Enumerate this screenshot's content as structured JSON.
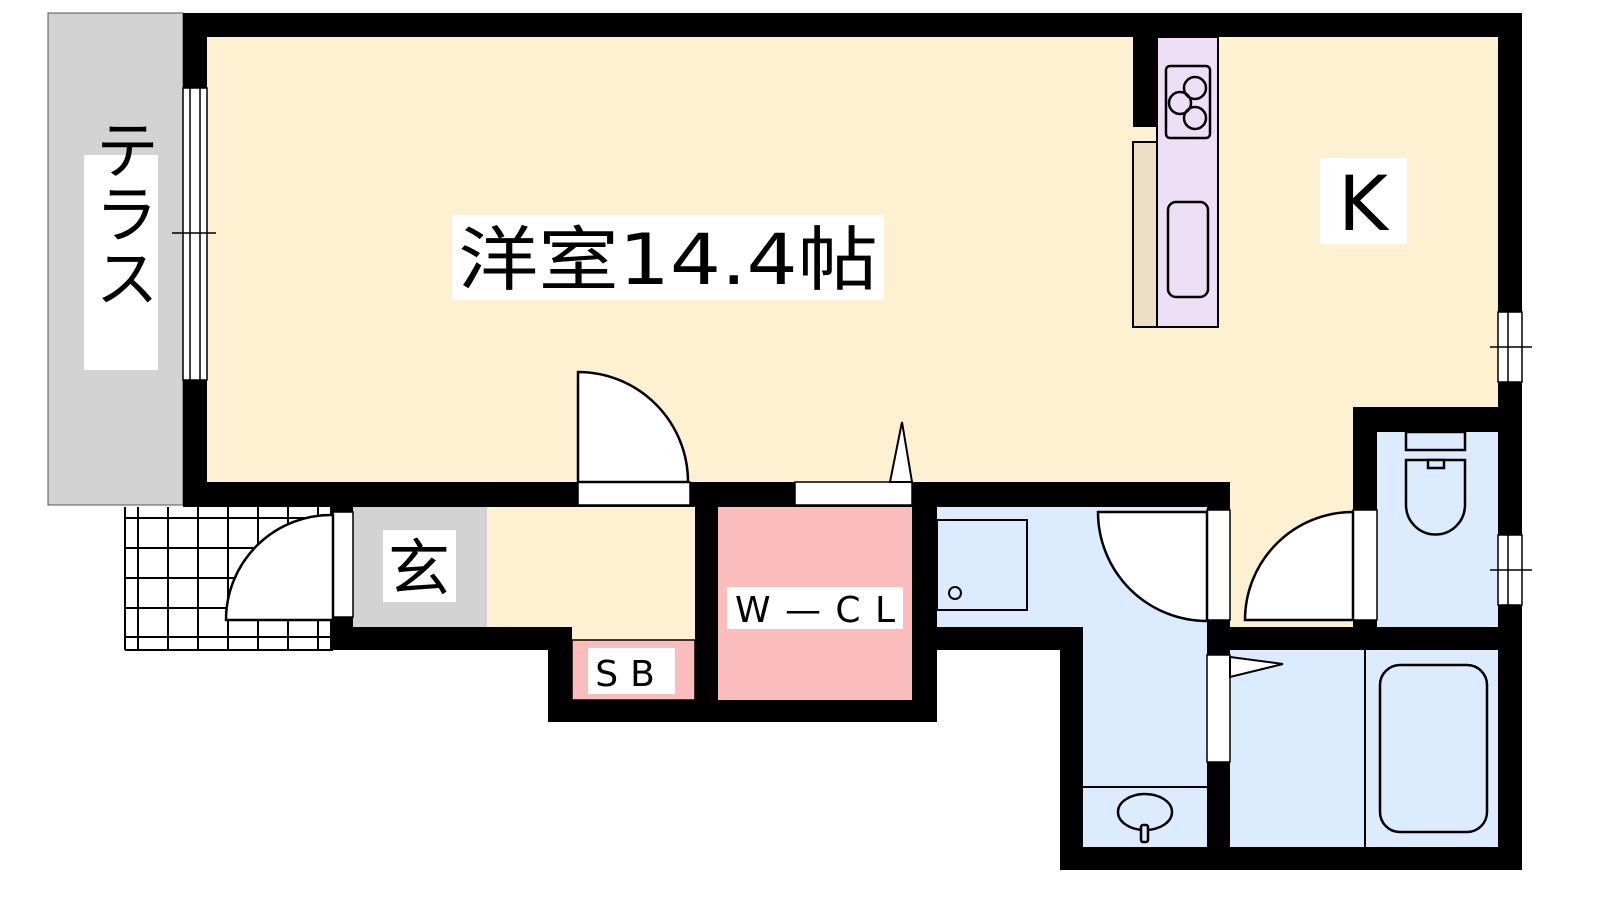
{
  "rooms": {
    "western_room": "洋室14.4帖",
    "kitchen": "K",
    "terrace": "テラス",
    "entrance": "玄",
    "walk_in_closet": "W—CL",
    "shoe_box": "SB"
  },
  "colors": {
    "wall": "#000000",
    "living_floor": "#fdf1d2",
    "terrace": "#d3d3d3",
    "entrance": "#d3d3d3",
    "closet": "#fbbcbc",
    "wet_area": "#dcecfe",
    "kitchen_counter": "#ecdff6",
    "kitchen_shelf": "#eddfc5"
  }
}
